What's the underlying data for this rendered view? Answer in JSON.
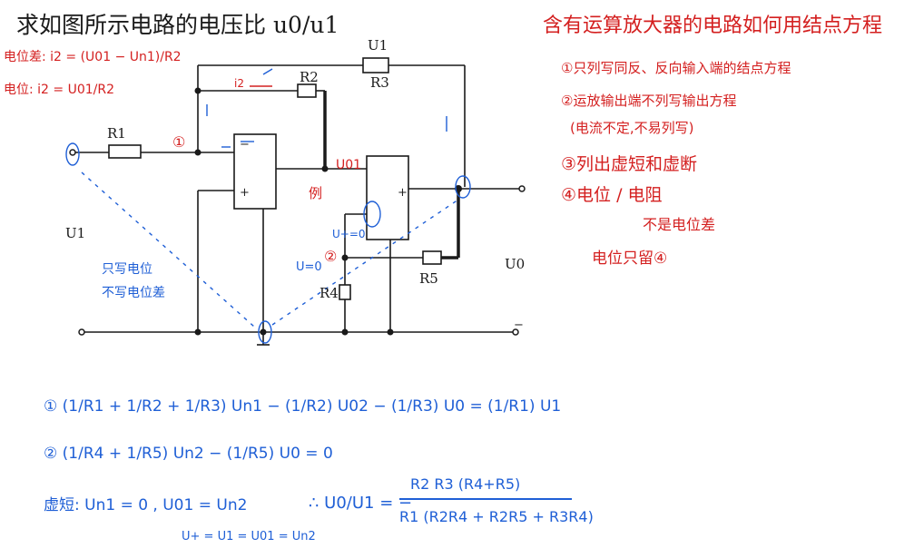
{
  "title": "求如图所示电路的电压比 u0/u1",
  "left_notes": {
    "line1": "电位差: i2 = (U01 − Un1)/R2",
    "line2": "电位: i2 = U01/R2"
  },
  "circuit_labels": {
    "R1": "R1",
    "R2": "R2",
    "R3": "R3",
    "R4": "R4",
    "R5": "R5",
    "i2": "i2",
    "node1": "①",
    "node2": "②",
    "u01": "U01",
    "u1": "U1",
    "u0": "U0",
    "u_plus": "U+=0",
    "u_plus_alt": "U=0",
    "top_u": "U1",
    "example": "例",
    "plus1": "+",
    "plus2": "+",
    "minus1": "−",
    "minus2": "−"
  },
  "annotations": {
    "only_potential": "只写电位",
    "not_difference": "不写电位差"
  },
  "right_notes": {
    "heading": "含有运算放大器的电路如何用结点方程",
    "s1": "①只列写同反、反向输入端的结点方程",
    "s2": "②运放输出端不列写输出方程",
    "s2b": "(电流不定,不易列写)",
    "s3": "③列出虚短和虚断",
    "s4": "④电位 / 电阻",
    "s4b": "不是电位差",
    "s5": "电位只留④"
  },
  "equations": {
    "eq1": "① (1/R1 + 1/R2 + 1/R3) Un1 − (1/R2) U02 − (1/R3) U0 = (1/R1) U1",
    "eq2": "② (1/R4 + 1/R5) Un2 − (1/R5) U0 = 0",
    "virtual_short": "虚短: Un1 = 0 , U01 = Un2",
    "sub": "U+ = U1 = U01 = Un2",
    "result_lhs": "∴ U0/U1 = −",
    "result_num": "R2 R3 (R4+R5)",
    "result_den": "R1 (R2R4 + R2R5 + R3R4)"
  },
  "colors": {
    "ink": "#1a1a1a",
    "red": "#d42020",
    "blue": "#1f5fd6"
  }
}
